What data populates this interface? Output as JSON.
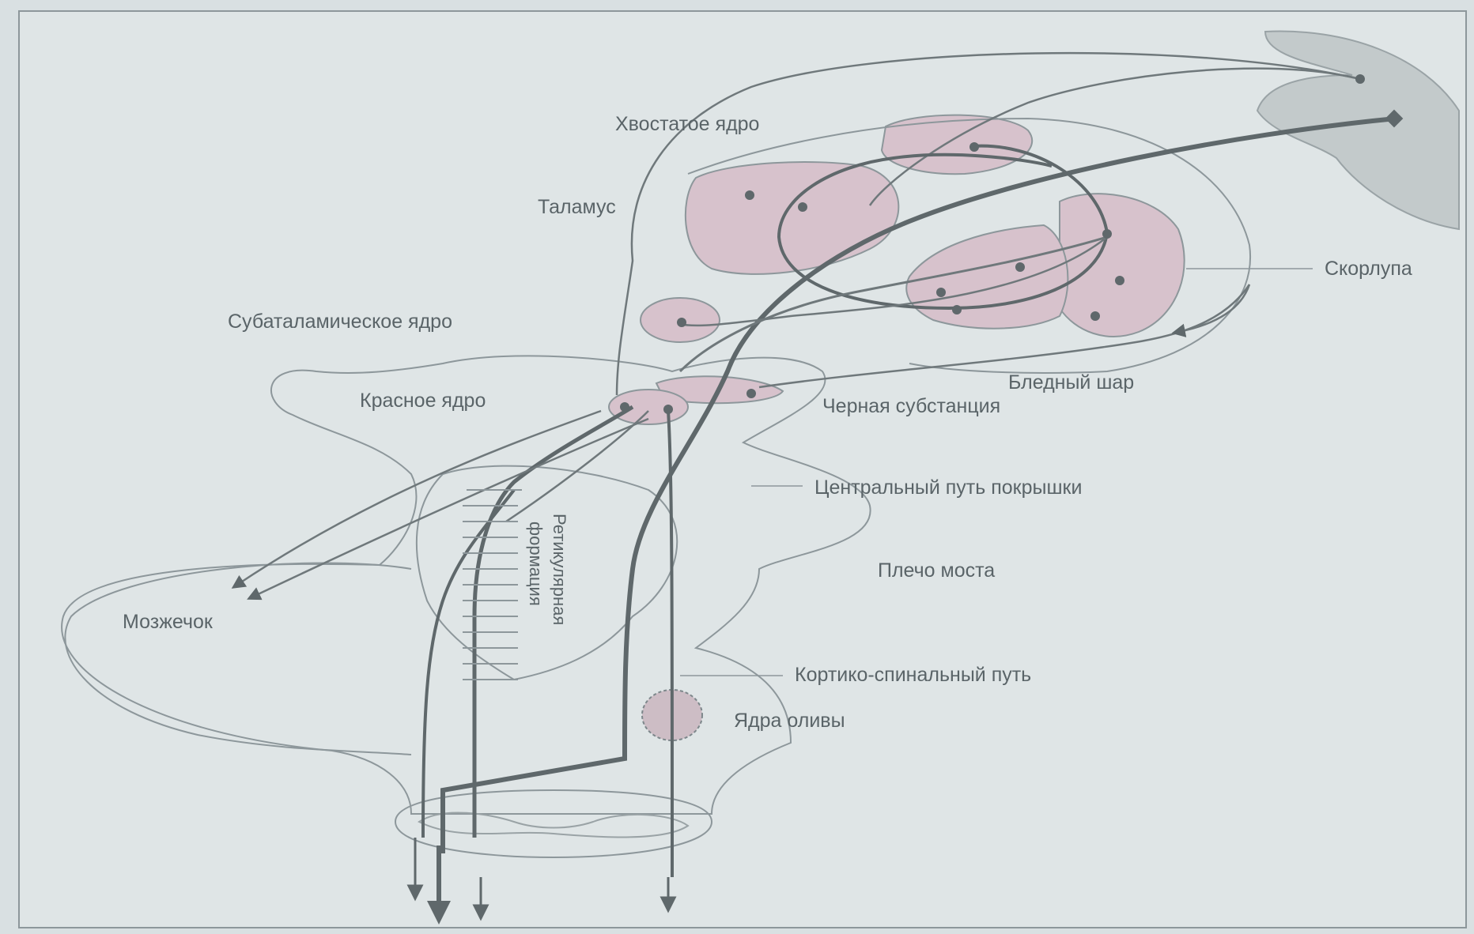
{
  "labels": {
    "caudate": "Хвостатое ядро",
    "thalamus": "Таламус",
    "putamen": "Скорлупа",
    "subthalamic": "Субаталамическое ядро",
    "globus_pallidus": "Бледный шар",
    "red_nucleus": "Красное ядро",
    "substantia_nigra": "Черная субстанция",
    "central_tegmental": "Центральный путь покрышки",
    "pons_arm": "Плечо моста",
    "cerebellum": "Мозжечок",
    "reticular_line1": "Ретикулярная",
    "reticular_line2": "формация",
    "corticospinal": "Кортико-спинальный путь",
    "olive": "Ядра оливы"
  },
  "colors": {
    "background": "#d9e0e2",
    "nucleus_fill": "#d7c2cc",
    "outline": "#8d979b",
    "tract": "#5f686b",
    "label": "#5a6468",
    "cortex": "#c3cacb"
  }
}
